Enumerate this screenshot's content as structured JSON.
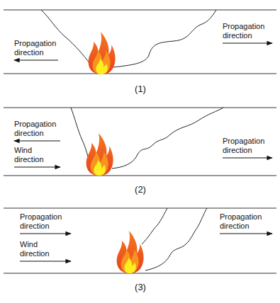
{
  "diagram": {
    "labels": [
      "Propagation direction",
      "Propagation direction",
      "(1)",
      "Propagation direction",
      "Wind direction",
      "Propagation direction",
      "(2)",
      "Propagation direction",
      "Wind direction",
      "Propagation direction",
      "(3)"
    ]
  }
}
